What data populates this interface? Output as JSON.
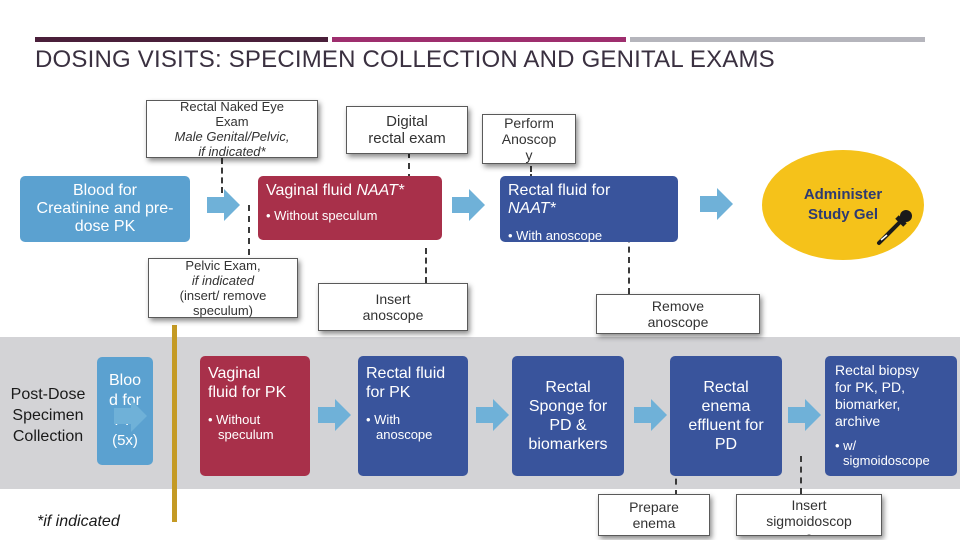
{
  "title": "DOSING VISITS: SPECIMEN COLLECTION AND GENITAL EXAMS",
  "colors": {
    "top_bar_1": "#4a1f3a",
    "top_bar_2": "#9e2e6e",
    "top_bar_3": "#b5b5bc",
    "light_blue": "#5ba1d0",
    "crimson": "#a8304a",
    "navy": "#39549c",
    "gold": "#f5c21a",
    "arrow": "#6fb1d8",
    "divider": "#c49a24",
    "band": "#d3d3d6"
  },
  "top_row": {
    "blood_pk": {
      "line1": "Blood for",
      "line2": "Creatinine and pre-",
      "line3": "dose PK"
    },
    "rectal_naked_eye": {
      "line1": "Rectal Naked Eye",
      "line2": "Exam",
      "line3": "Male Genital/Pelvic,",
      "line4": "if indicated*"
    },
    "vaginal_naat": {
      "title_plain": "Vaginal fluid ",
      "title_italic": "NAAT*",
      "bullet": "• Without speculum"
    },
    "digital_rectal": {
      "line1": "Digital",
      "line2": "rectal exam"
    },
    "pelvic_exam": {
      "line1": "Pelvic Exam,",
      "line2": "if indicated",
      "line3": "(insert/ remove",
      "line4": "speculum)"
    },
    "perform_anoscopy": {
      "line1": "Perform",
      "line2": "Anoscop",
      "line3": "y"
    },
    "rectal_naat": {
      "line1": "Rectal fluid for",
      "line2": "NAAT*",
      "bullet": "• With anoscope"
    },
    "insert_anoscope": {
      "line1": "Insert",
      "line2": "anoscope"
    },
    "remove_anoscope": {
      "line1": "Remove",
      "line2": "anoscope"
    },
    "administer_gel": {
      "line1": "Administer",
      "line2": "Study Gel"
    }
  },
  "bottom_row": {
    "post_dose": {
      "line1": "Post-Dose",
      "line2": "Specimen",
      "line3": "Collection"
    },
    "blood_pk_5x": {
      "line1": "Bloo",
      "line2": "d for",
      "line3": "PK",
      "line4": "(5x)"
    },
    "vaginal_pk": {
      "line1": "Vaginal",
      "line2": "fluid for PK",
      "bullet1": "• Without",
      "bullet2": "speculum"
    },
    "rectal_pk": {
      "line1": "Rectal fluid",
      "line2": "for PK",
      "bullet1": "• With",
      "bullet2": "anoscope"
    },
    "rectal_sponge": {
      "line1": "Rectal",
      "line2": "Sponge for",
      "line3": "PD &",
      "line4": "biomarkers"
    },
    "rectal_enema": {
      "line1": "Rectal",
      "line2": "enema",
      "line3": "effluent for",
      "line4": "PD"
    },
    "rectal_biopsy": {
      "line1": "Rectal biopsy",
      "line2": "for PK, PD,",
      "line3": "biomarker,",
      "line4": "archive",
      "bullet1": "• w/",
      "bullet2": "sigmoidoscope"
    },
    "prepare_enema": {
      "line1": "Prepare",
      "line2": "enema"
    },
    "insert_sigmoidoscope": {
      "line1": "Insert",
      "line2": "sigmoidoscop",
      "line3": "e"
    },
    "footnote": "*if indicated"
  }
}
